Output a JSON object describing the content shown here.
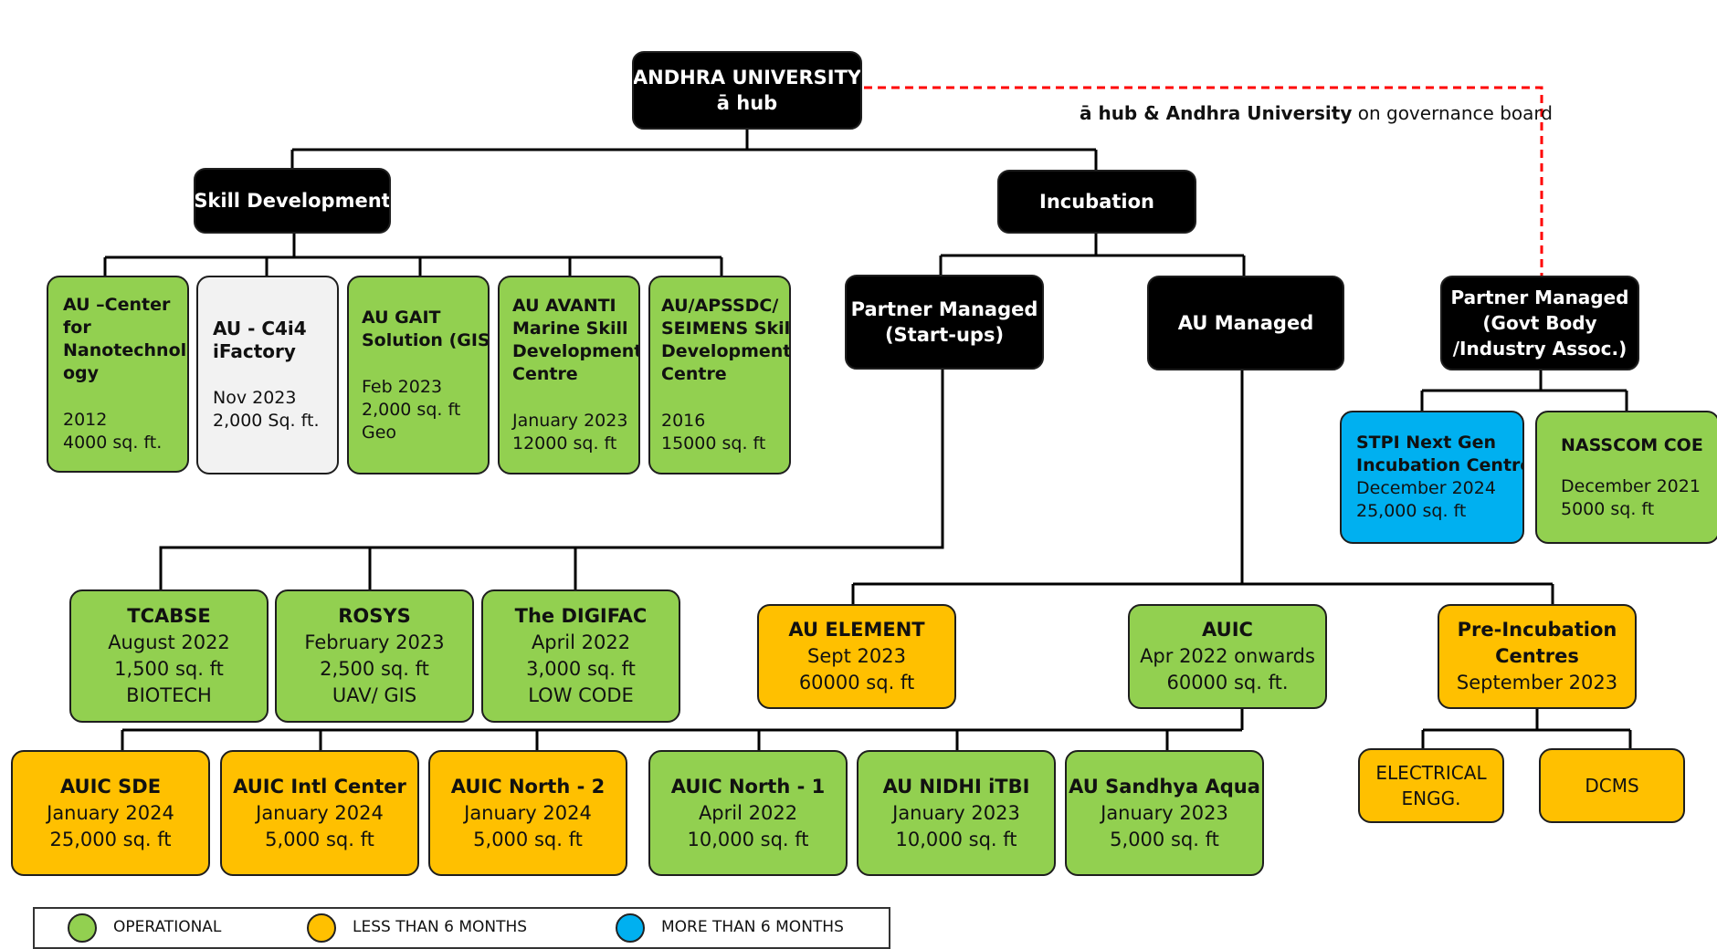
{
  "colors": {
    "operational": "#92d050",
    "under6": "#ffc000",
    "over6": "#00b0f0",
    "root": "#000000",
    "dashed": "#ff0000"
  },
  "root": {
    "line1": "ANDHRA UNIVERSITY",
    "line2": "ā hub"
  },
  "governance_note": {
    "bold": "ā hub & Andhra University",
    "rest": "on governance board"
  },
  "skill": {
    "label": "Skill Development",
    "children": [
      {
        "name": [
          "AU –Center",
          "for",
          "Nanotechnol",
          "ogy"
        ],
        "details": [
          "2012",
          "4000 sq. ft."
        ]
      },
      {
        "name": [
          "AU - C4i4",
          "iFactory"
        ],
        "details": [
          "Nov 2023",
          "2,000 Sq. ft."
        ]
      },
      {
        "name": [
          "AU GAIT",
          "Solution (GIS)"
        ],
        "details": [
          "Feb 2023",
          "2,000 sq. ft",
          "Geo"
        ]
      },
      {
        "name": [
          "AU AVANTI",
          "Marine Skill",
          "Development",
          "Centre"
        ],
        "details": [
          "January 2023",
          "12000 sq. ft"
        ]
      },
      {
        "name": [
          "AU/APSSDC/",
          "SEIMENS Skill",
          "Development",
          "Centre"
        ],
        "details": [
          "2016",
          "15000 sq. ft"
        ]
      }
    ]
  },
  "incubation": {
    "label": "Incubation"
  },
  "partner_startups": {
    "line1": "Partner Managed",
    "line2": "(Start-ups)"
  },
  "au_managed": {
    "label": "AU Managed"
  },
  "partner_govt": {
    "line1": "Partner Managed",
    "line2": "(Govt Body",
    "line3": "/Industry Assoc.)"
  },
  "stpi": {
    "name": [
      "STPI Next Gen",
      "Incubation Centre"
    ],
    "details": [
      "December 2024",
      "25,000 sq. ft"
    ]
  },
  "nasscom": {
    "name": "NASSCOM COE",
    "details": [
      "December 2021",
      "5000 sq. ft"
    ]
  },
  "startups": [
    {
      "name": "TCABSE",
      "details": [
        "August 2022",
        "1,500 sq. ft",
        "BIOTECH"
      ]
    },
    {
      "name": "ROSYS",
      "details": [
        "February 2023",
        "2,500 sq. ft",
        "UAV/ GIS"
      ]
    },
    {
      "name": "The DIGIFAC",
      "details": [
        "April 2022",
        "3,000 sq. ft",
        "LOW CODE"
      ]
    }
  ],
  "au_element": {
    "name": "AU ELEMENT",
    "details": [
      "Sept 2023",
      "60000 sq. ft"
    ]
  },
  "auic": {
    "name": "AUIC",
    "details": [
      "Apr 2022 onwards",
      "60000 sq. ft."
    ]
  },
  "pre_incubation": {
    "name": [
      "Pre-Incubation",
      "Centres"
    ],
    "details": [
      "September 2023"
    ]
  },
  "auic_children": [
    {
      "name": "AUIC SDE",
      "details": [
        "January 2024",
        "25,000 sq. ft"
      ]
    },
    {
      "name": "AUIC Intl Center",
      "details": [
        "January 2024",
        "5,000 sq. ft"
      ]
    },
    {
      "name": "AUIC North - 2",
      "details": [
        "January 2024",
        "5,000 sq. ft"
      ]
    },
    {
      "name": "AUIC North - 1",
      "details": [
        "April 2022",
        "10,000 sq. ft"
      ]
    },
    {
      "name": "AU NIDHI iTBI",
      "details": [
        "January 2023",
        "10,000 sq. ft"
      ]
    },
    {
      "name": "AU Sandhya Aqua",
      "details": [
        "January 2023",
        "5,000 sq. ft"
      ]
    }
  ],
  "pre_children": [
    {
      "name": [
        "ELECTRICAL",
        "ENGG."
      ]
    },
    {
      "name": [
        "DCMS"
      ]
    }
  ],
  "legend": {
    "operational": "OPERATIONAL",
    "under6": "LESS THAN 6 MONTHS",
    "over6": "MORE THAN 6 MONTHS"
  }
}
